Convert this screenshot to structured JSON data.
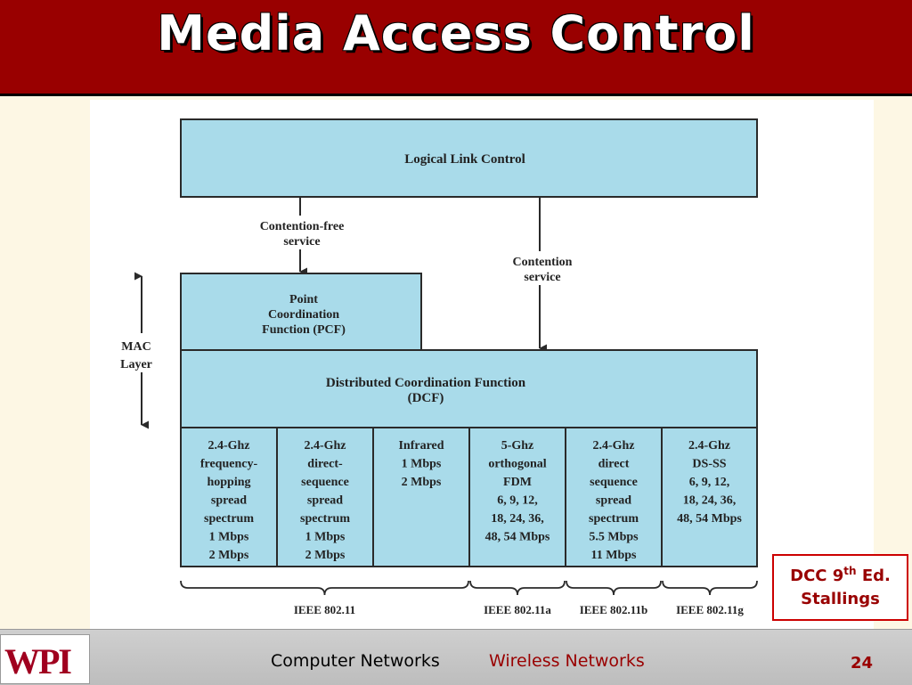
{
  "slide": {
    "title": "Media Access Control",
    "footer_left": "Computer Networks",
    "footer_right": "Wireless Networks",
    "page_number": "24",
    "logo_text": "WPI",
    "citation_line1_prefix": "DCC 9",
    "citation_line1_sup": "th",
    "citation_line1_suffix": " Ed.",
    "citation_line2": "Stallings"
  },
  "diagram": {
    "llc": "Logical Link Control",
    "contention_free": [
      "Contention-free",
      "service"
    ],
    "contention": [
      "Contention",
      "service"
    ],
    "pcf": [
      "Point",
      "Coordination",
      "Function (PCF)"
    ],
    "mac_layer": [
      "MAC",
      "Layer"
    ],
    "dcf": [
      "Distributed Coordination Function",
      "(DCF)"
    ],
    "phy_columns": [
      [
        "2.4-Ghz",
        "frequency-",
        "hopping",
        "spread",
        "spectrum",
        "1 Mbps",
        "2 Mbps"
      ],
      [
        "2.4-Ghz",
        "direct-",
        "sequence",
        "spread",
        "spectrum",
        "1 Mbps",
        "2 Mbps"
      ],
      [
        "Infrared",
        "1 Mbps",
        "2 Mbps"
      ],
      [
        "5-Ghz",
        "orthogonal",
        "FDM",
        "6, 9, 12,",
        "18, 24, 36,",
        "48, 54 Mbps"
      ],
      [
        "2.4-Ghz",
        "direct",
        "sequence",
        "spread",
        "spectrum",
        "5.5 Mbps",
        "11 Mbps"
      ],
      [
        "2.4-Ghz",
        "DS-SS",
        "6, 9, 12,",
        "18, 24, 36,",
        "48, 54 Mbps"
      ]
    ],
    "standards": [
      "IEEE 802.11",
      "IEEE 802.11a",
      "IEEE 802.11b",
      "IEEE 802.11g"
    ],
    "box_fill": "#a9dbea",
    "stroke": "#2a2a2a"
  }
}
